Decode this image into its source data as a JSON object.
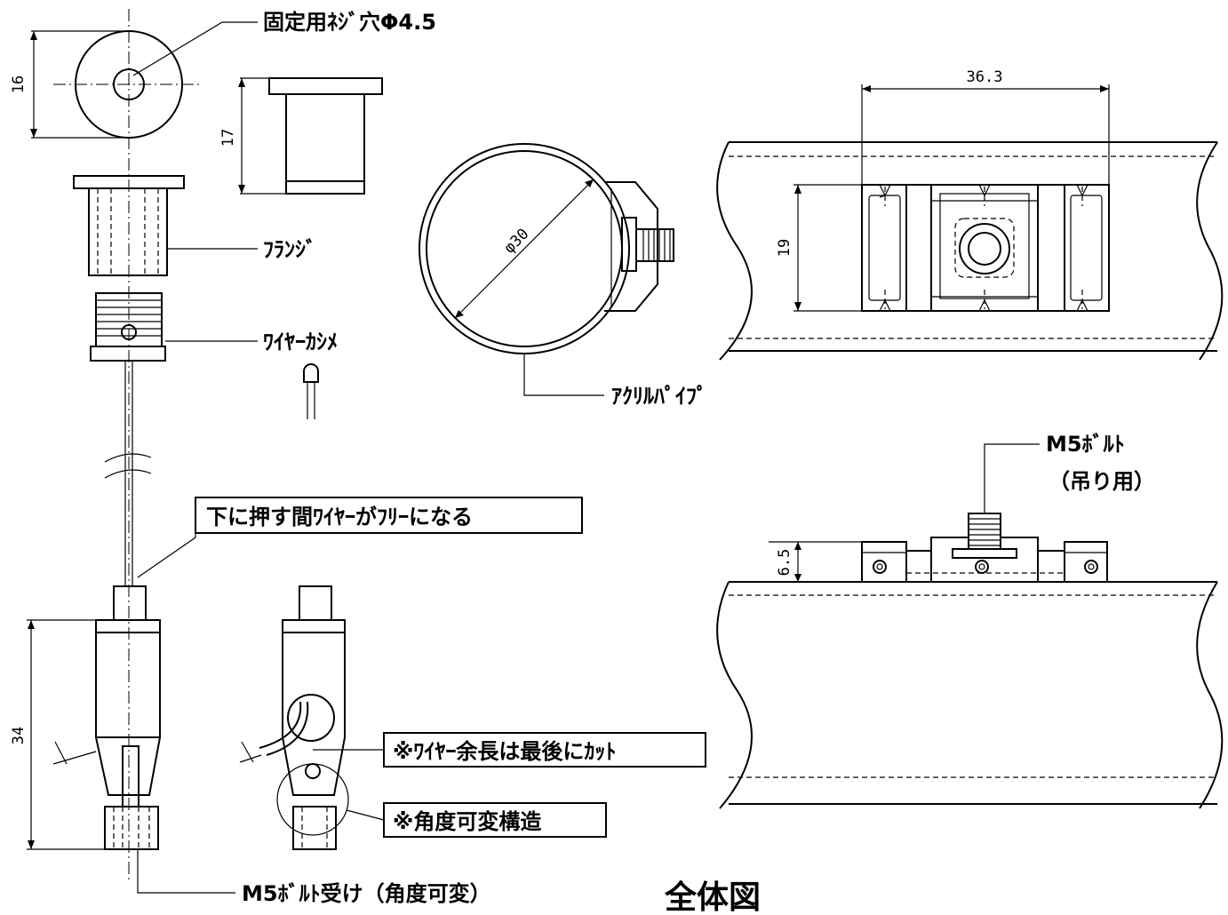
{
  "labels": {
    "screw_hole": "固定用ﾈｼﾞ穴Φ4.5",
    "flange": "ﾌﾗﾝｼﾞ",
    "wire_caulk": "ﾜｲﾔｰｶｼﾒ",
    "acrylic_pipe": "ｱｸﾘﾙﾊﾟｲﾌﾟ",
    "press_free": "下に押す間ﾜｲﾔｰがﾌﾘｰになる",
    "wire_cut": "※ﾜｲﾔｰ余長は最後にｶｯﾄ",
    "angle_variable": "※角度可変構造",
    "bolt_receiver": "M5ﾎﾞﾙﾄ受け（角度可変）",
    "m5_bolt": "M5ﾎﾞﾙﾄ",
    "hanging": "（吊り用）",
    "overall_view": "全体図"
  },
  "dimensions": {
    "d16": "16",
    "d17": "17",
    "d34": "34",
    "phi30": "φ30",
    "d36_3": "36.3",
    "d19": "19",
    "d6_5": "6.5"
  }
}
